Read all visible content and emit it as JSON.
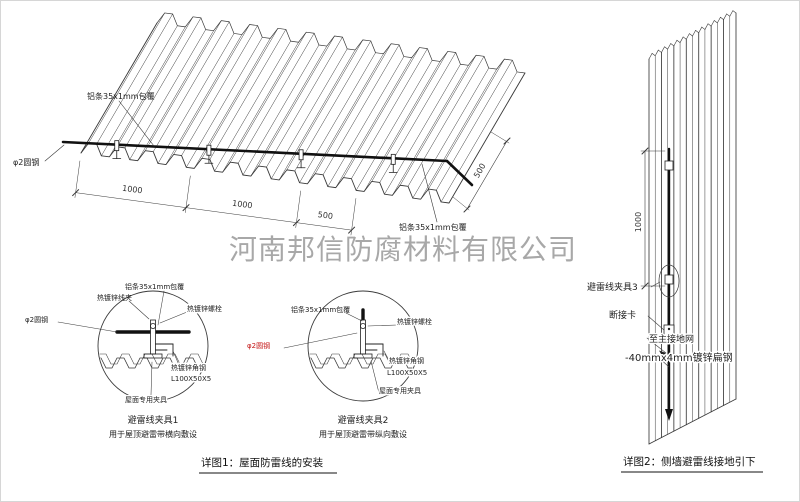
{
  "company_watermark": "河南邦信防腐材料有限公司",
  "detail1": {
    "title": "详图1：屋面防雷线的安装",
    "roof": {
      "al_strip_label": "铝条35x1mm包覆",
      "round_steel_label": "φ2圆钢",
      "dims": [
        "1000",
        "1000",
        "500"
      ],
      "dim_depth": "500"
    },
    "clamp1": {
      "name": "避雷线夹具1",
      "usage": "用于屋顶避雷带横向敷设",
      "labels": {
        "wire_clip": "热镀锌线夹",
        "al_strip": "铝条35x1mm包覆",
        "bolt": "热镀锌螺栓",
        "round_steel": "φ2圆钢",
        "angle_steel": "热镀锌角钢",
        "angle_spec": "L100X50X5",
        "roof_fixture": "屋面专用夹具"
      }
    },
    "clamp2": {
      "name": "避雷线夹具2",
      "usage": "用于屋顶避雷带纵向敷设",
      "labels": {
        "al_strip": "铝条35x1mm包覆",
        "bolt": "热镀锌螺栓",
        "round_steel": "φ2圆钢",
        "angle_steel": "热镀锌角钢",
        "angle_spec": "L100X50X5",
        "roof_fixture": "屋面专用夹具"
      }
    }
  },
  "detail2": {
    "title": "详图2：侧墙避雷线接地引下",
    "labels": {
      "clamp3": "避雷线夹具3",
      "disconnect_card": "断接卡",
      "to_main_ground": "至主接地网",
      "flat_steel": "-40mmx4mm镀锌扁钢"
    },
    "dim_height": "1000"
  },
  "colors": {
    "line": "#3a3a3a",
    "wire": "#111111",
    "red_label": "#c41414",
    "watermark": "#9a9a9a"
  }
}
